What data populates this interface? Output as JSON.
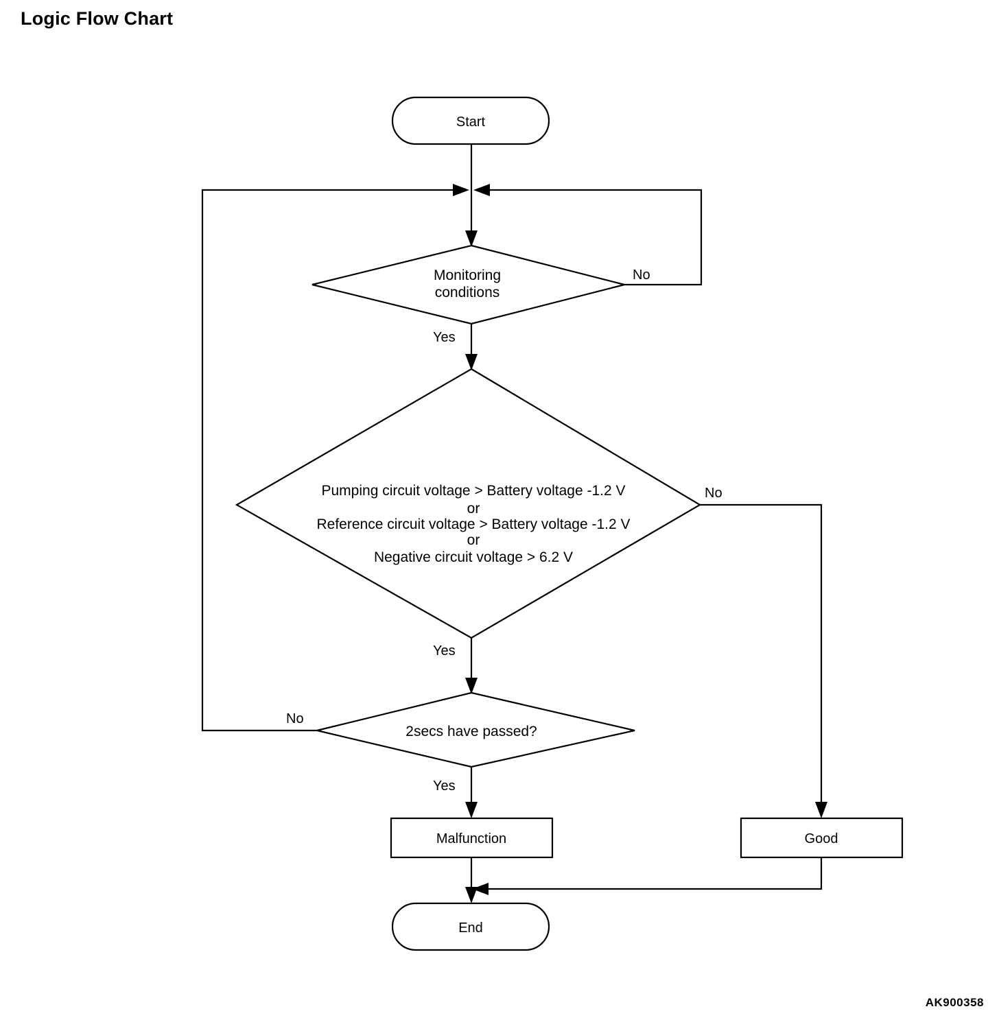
{
  "page": {
    "title": "Logic Flow Chart",
    "watermark": "AK900358",
    "background_color": "#ffffff",
    "line_color": "#000000"
  },
  "chart_data": {
    "type": "diagram",
    "diagram_kind": "flowchart",
    "title": "Logic Flow Chart",
    "nodes": [
      {
        "id": "start",
        "shape": "terminator",
        "label": "Start"
      },
      {
        "id": "monitoring",
        "shape": "decision",
        "label": "Monitoring conditions"
      },
      {
        "id": "voltage",
        "shape": "decision",
        "label": "Pumping circuit voltage > Battery voltage -1.2 V or Reference circuit voltage > Battery voltage -1.2 V or Negative circuit voltage > 6.2 V"
      },
      {
        "id": "timer",
        "shape": "decision",
        "label": "2secs have passed?"
      },
      {
        "id": "malfunction",
        "shape": "process",
        "label": "Malfunction"
      },
      {
        "id": "good",
        "shape": "process",
        "label": "Good"
      },
      {
        "id": "end",
        "shape": "terminator",
        "label": "End"
      }
    ],
    "edges": [
      {
        "from": "start",
        "to": "monitoring",
        "label": ""
      },
      {
        "from": "monitoring",
        "to": "monitoring",
        "label": "No"
      },
      {
        "from": "monitoring",
        "to": "voltage",
        "label": "Yes"
      },
      {
        "from": "voltage",
        "to": "good",
        "label": "No"
      },
      {
        "from": "voltage",
        "to": "timer",
        "label": "Yes"
      },
      {
        "from": "timer",
        "to": "monitoring",
        "label": "No"
      },
      {
        "from": "timer",
        "to": "malfunction",
        "label": "Yes"
      },
      {
        "from": "malfunction",
        "to": "end",
        "label": ""
      },
      {
        "from": "good",
        "to": "end",
        "label": ""
      }
    ]
  },
  "nodes": {
    "start": {
      "label": "Start"
    },
    "monitoring": {
      "line1": "Monitoring",
      "line2": "conditions",
      "yes": "Yes",
      "no": "No"
    },
    "voltage": {
      "line1": "Pumping circuit voltage > Battery voltage -1.2 V",
      "line2": "or",
      "line3": "Reference circuit voltage > Battery voltage -1.2 V",
      "line4": "or",
      "line5": "Negative circuit voltage > 6.2 V",
      "yes": "Yes",
      "no": "No"
    },
    "timer": {
      "label": "2secs have passed?",
      "yes": "Yes",
      "no": "No"
    },
    "malfunction": {
      "label": "Malfunction"
    },
    "good": {
      "label": "Good"
    },
    "end": {
      "label": "End"
    }
  }
}
